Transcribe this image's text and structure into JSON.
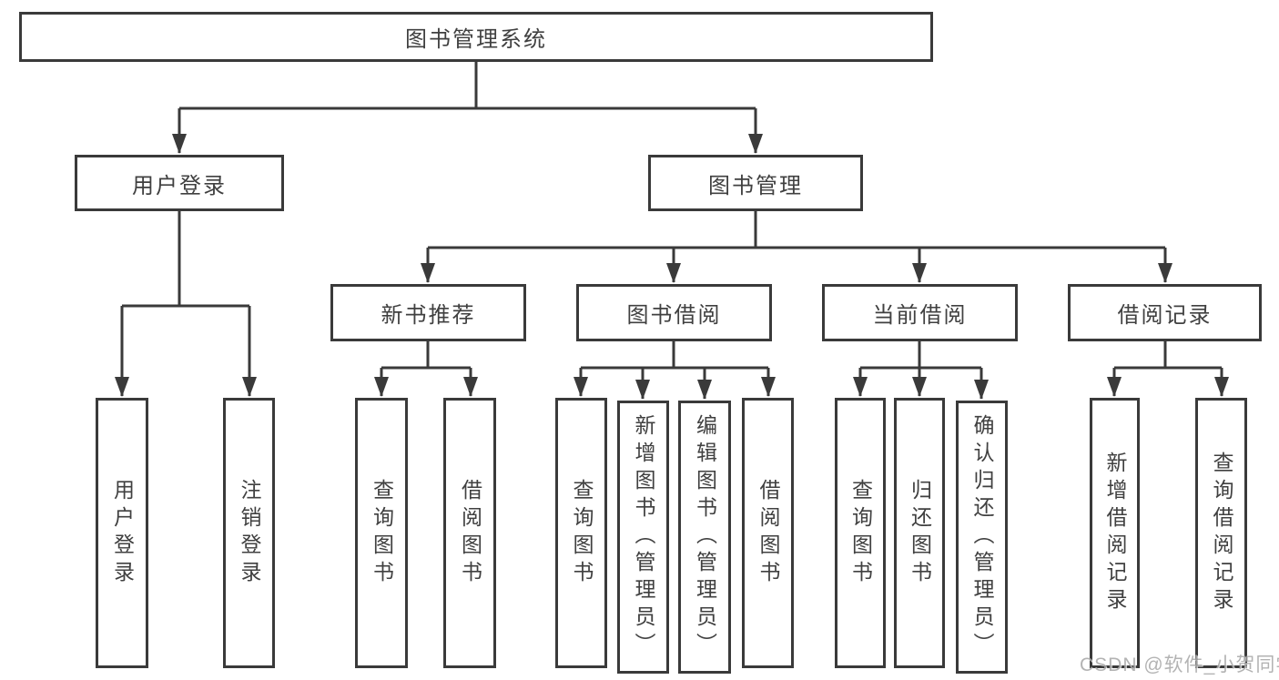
{
  "diagram": {
    "root": {
      "label": "图书管理系统"
    },
    "branches": [
      {
        "label": "用户登录",
        "children": [
          {
            "label": "用户登录"
          },
          {
            "label": "注销登录"
          }
        ]
      },
      {
        "label": "图书管理",
        "children": [
          {
            "label": "新书推荐",
            "children": [
              {
                "label": "查询图书"
              },
              {
                "label": "借阅图书"
              }
            ]
          },
          {
            "label": "图书借阅",
            "children": [
              {
                "label": "查询图书"
              },
              {
                "label": "新增图书（管理员）"
              },
              {
                "label": "编辑图书（管理员）"
              },
              {
                "label": "借阅图书"
              }
            ]
          },
          {
            "label": "当前借阅",
            "children": [
              {
                "label": "查询图书"
              },
              {
                "label": "归还图书"
              },
              {
                "label": "确认归还（管理员）"
              }
            ]
          },
          {
            "label": "借阅记录",
            "children": [
              {
                "label": "新增借阅记录"
              },
              {
                "label": "查询借阅记录"
              }
            ]
          }
        ]
      }
    ],
    "watermark": "CSDN @软件_小贺同学",
    "colors": {
      "line": "#3a3a3a",
      "text": "#404040",
      "background": "#ffffff",
      "watermark": "#a9a9a9"
    }
  }
}
